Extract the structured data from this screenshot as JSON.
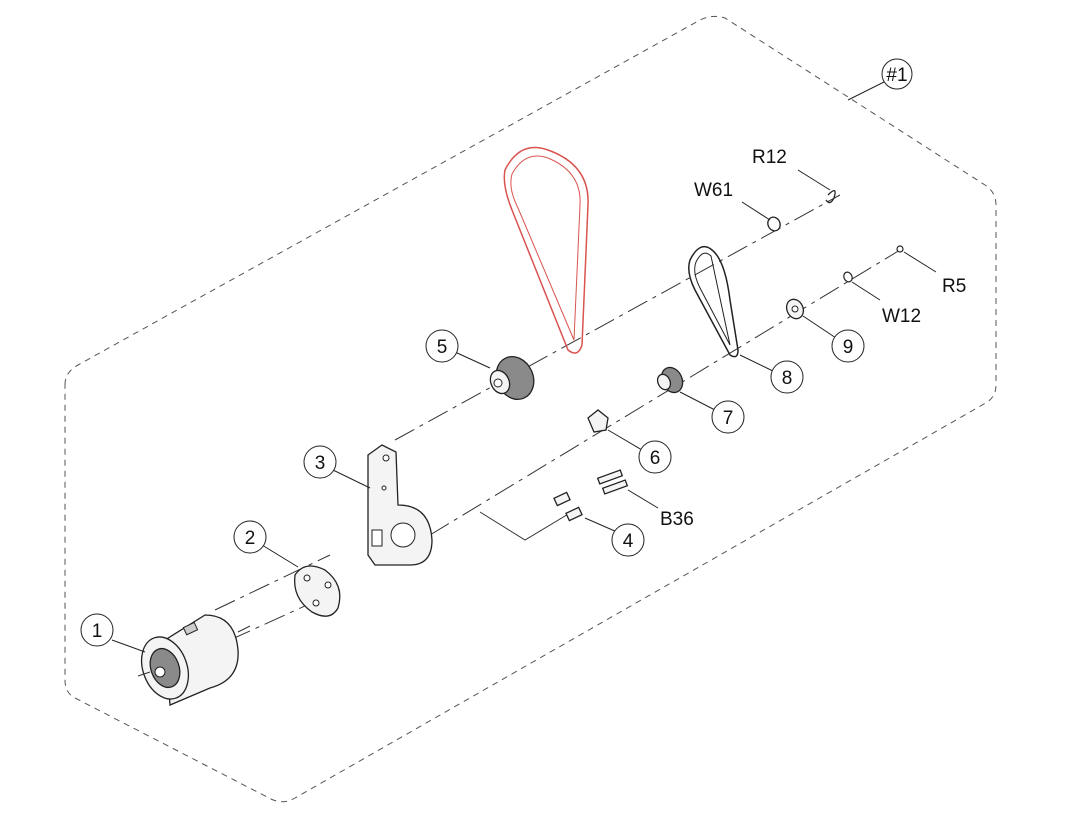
{
  "assembly_label": "#1",
  "callouts": {
    "c1": "1",
    "c2": "2",
    "c3": "3",
    "c4": "4",
    "c5": "5",
    "c6": "6",
    "c7": "7",
    "c8": "8",
    "c9": "9"
  },
  "labels": {
    "r12": "R12",
    "w61": "W61",
    "r5": "R5",
    "w12": "W12",
    "b36": "B36"
  },
  "colors": {
    "highlight_belt": "#d9534f"
  }
}
